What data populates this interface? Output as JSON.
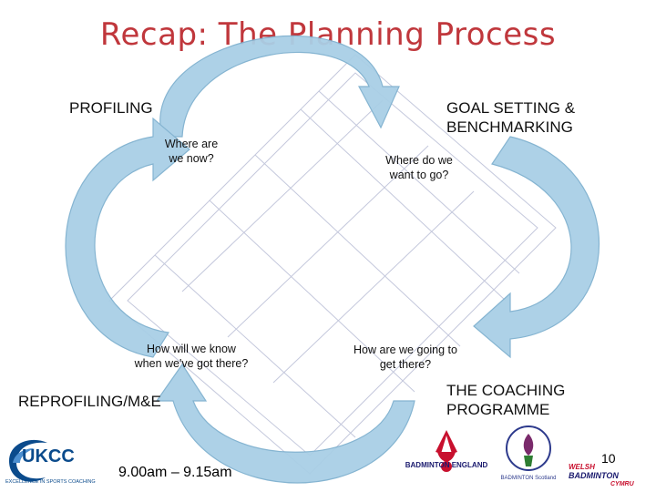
{
  "title": "Recap: The Planning Process",
  "labels": {
    "profiling": "PROFILING",
    "goal_setting": "GOAL SETTING &\nBENCHMARKING",
    "reprofiling": "REPROFILING/M&E",
    "coaching_programme": "THE COACHING\nPROGRAMME"
  },
  "questions": {
    "where_now": "Where are\nwe now?",
    "where_want": "Where do we\nwant to go?",
    "how_know": "How will we know\nwhen we've got there?",
    "how_get": "How are we going to\nget there?"
  },
  "footer": {
    "time": "9.00am – 9.15am",
    "page_number": "10"
  },
  "logos": {
    "ukcc": "UKCC",
    "ukcc_tagline": "EXCELLENCE IN SPORTS COACHING",
    "badminton_england": "BADMINTON ENGLAND",
    "badminton_scotland": "BADMINTON Scotland",
    "badminton_wales_1": "WELSH",
    "badminton_wales_2": "BADMINTON",
    "badminton_wales_3": "CYMRU"
  },
  "colors": {
    "title": "#c0373c",
    "arrow_fill": "#a9cfe6",
    "arrow_stroke": "#7fb1cf",
    "court_lines": "#b8bdd6",
    "ukcc_blue": "#0b4b8c"
  }
}
